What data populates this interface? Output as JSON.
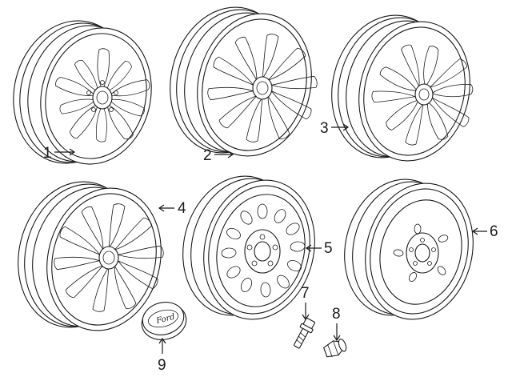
{
  "callouts": [
    {
      "id": "1",
      "label": "1"
    },
    {
      "id": "2",
      "label": "2"
    },
    {
      "id": "3",
      "label": "3"
    },
    {
      "id": "4",
      "label": "4"
    },
    {
      "id": "5",
      "label": "5"
    },
    {
      "id": "6",
      "label": "6"
    },
    {
      "id": "7",
      "label": "7"
    },
    {
      "id": "8",
      "label": "8"
    },
    {
      "id": "9",
      "label": "9"
    }
  ],
  "center_cap": {
    "logo_text": "Ford"
  }
}
